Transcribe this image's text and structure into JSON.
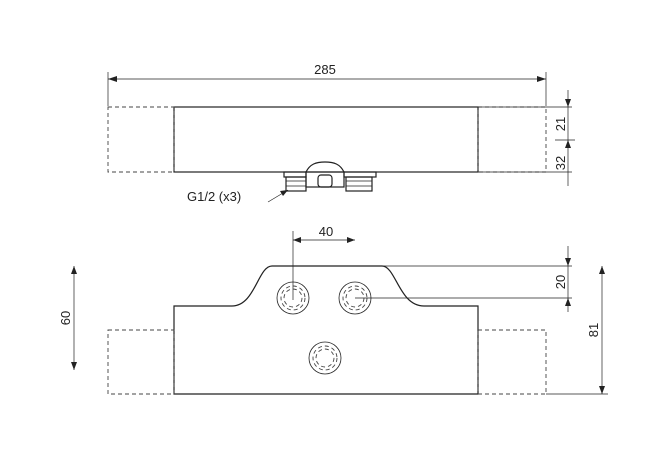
{
  "dimensions": {
    "overall_width": "285",
    "upper_height": "21",
    "lower_height": "32",
    "thread_callout": "G1/2 (x3)",
    "inlet_spacing": "40",
    "inlet_offset": "20",
    "body_height": "60",
    "total_height": "81"
  },
  "colors": {
    "line": "#222222",
    "dashed": "#444444",
    "background": "#ffffff"
  }
}
